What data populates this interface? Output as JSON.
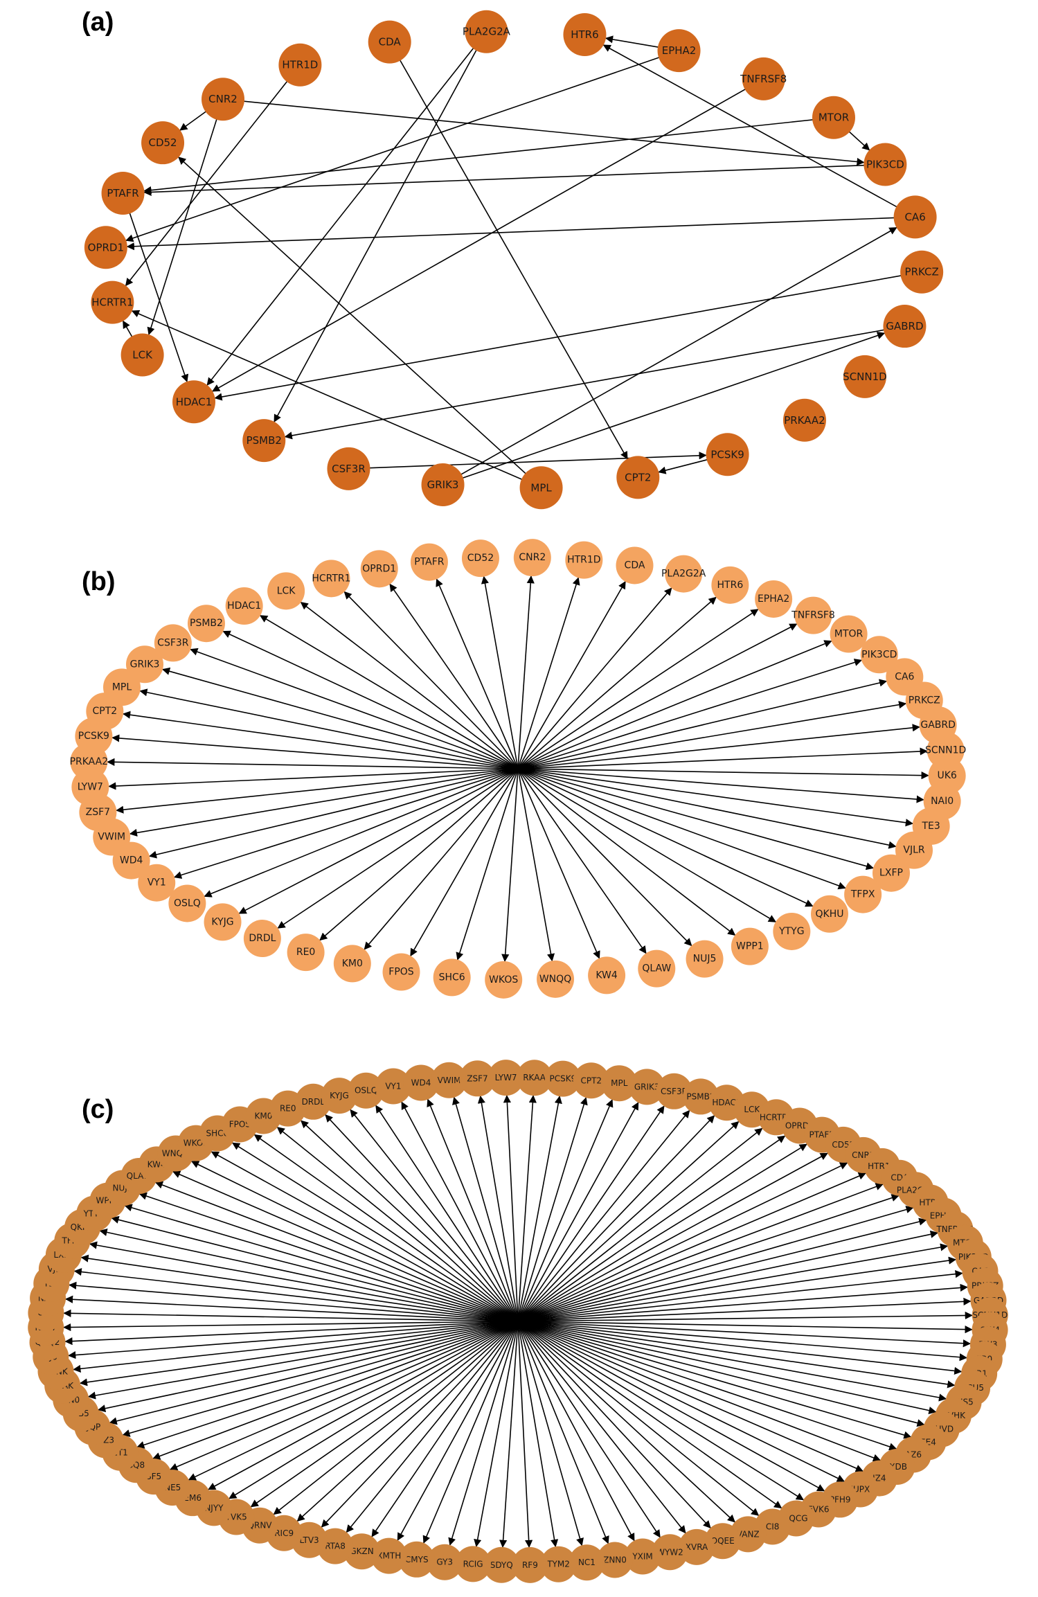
{
  "colors": {
    "panel_a_node": "#d2691e",
    "panel_b_node": "#f4a460",
    "panel_c_node": "#cd853f",
    "edge": "#000000"
  },
  "panels": [
    {
      "label": "(a)",
      "nodes": [
        "HTR6",
        "EPHA2",
        "TNFRSF8",
        "MTOR",
        "PIK3CD",
        "CA6",
        "PRKCZ",
        "GABRD",
        "SCNN1D",
        "PRKAA2",
        "PCSK9",
        "CPT2",
        "MPL",
        "GRIK3",
        "CSF3R",
        "PSMB2",
        "HDAC1",
        "LCK",
        "HCRTR1",
        "OPRD1",
        "PTAFR",
        "CD52",
        "CNR2",
        "HTR1D",
        "CDA",
        "PLA2G2A"
      ],
      "edges": [
        [
          "EPHA2",
          "HTR6"
        ],
        [
          "TNFRSF8",
          "HDAC1"
        ],
        [
          "MTOR",
          "PIK3CD"
        ],
        [
          "CA6",
          "HTR6"
        ],
        [
          "CDA",
          "CPT2"
        ],
        [
          "PLA2G2A",
          "HDAC1"
        ],
        [
          "PLA2G2A",
          "PSMB2"
        ],
        [
          "HTR1D",
          "HCRTR1"
        ],
        [
          "CNR2",
          "CD52"
        ],
        [
          "CNR2",
          "PIK3CD"
        ],
        [
          "CNR2",
          "LCK"
        ],
        [
          "EPHA2",
          "OPRD1"
        ],
        [
          "PIK3CD",
          "PTAFR"
        ],
        [
          "MTOR",
          "PTAFR"
        ],
        [
          "PTAFR",
          "HDAC1"
        ],
        [
          "CA6",
          "OPRD1"
        ],
        [
          "LCK",
          "HCRTR1"
        ],
        [
          "MPL",
          "HCRTR1"
        ],
        [
          "MPL",
          "CD52"
        ],
        [
          "PRKCZ",
          "HDAC1"
        ],
        [
          "GABRD",
          "PSMB2"
        ],
        [
          "GRIK3",
          "GABRD"
        ],
        [
          "GRIK3",
          "CA6"
        ],
        [
          "CSF3R",
          "PCSK9"
        ],
        [
          "PCSK9",
          "CPT2"
        ]
      ]
    },
    {
      "label": "(b)",
      "nodes": [
        "CD52",
        "CNR2",
        "HTR1D",
        "CDA",
        "PLA2G2A",
        "HTR6",
        "EPHA2",
        "TNFRSF8",
        "MTOR",
        "PIK3CD",
        "CA6",
        "PRKCZ",
        "GABRD",
        "SCNN1D",
        "UK6",
        "NAI0",
        "TE3",
        "VJLR",
        "LXFP",
        "TFPX",
        "QKHU",
        "YTYG",
        "WPP1",
        "NUJ5",
        "QLAW",
        "KW4",
        "WNQQ",
        "WKOS",
        "SHC6",
        "FPOS",
        "KM0",
        "RE0",
        "DRDL",
        "KYJG",
        "OSLQ",
        "VY1",
        "WD4",
        "VWIM",
        "ZSF7",
        "LYW7",
        "PRKAA2",
        "PCSK9",
        "CPT2",
        "MPL",
        "GRIK3",
        "CSF3R",
        "PSMB2",
        "HDAC1",
        "LCK",
        "HCRTR1",
        "OPRD1",
        "PTAFR"
      ]
    },
    {
      "label": "(c)",
      "nodes": [
        "PRKAA2",
        "PCSK9",
        "CPT2",
        "MPL",
        "GRIK3",
        "CSF3R",
        "PSMB2",
        "HDAC1",
        "LCK",
        "HCRTR1",
        "OPRD1",
        "PTAFR",
        "CD52",
        "CNR2",
        "HTR1D",
        "CDA",
        "PLA2G2A",
        "HTR6",
        "EPHA2",
        "TNFRSF8",
        "MTOR",
        "PIK3CD",
        "CA6",
        "PRKCZ",
        "GABRD",
        "SCNN1D",
        "QW4",
        "BW3",
        "FR0",
        "ER1",
        "NCU5",
        "OJS5",
        "OVHK",
        "BHVD",
        "EE4",
        "AZ6",
        "JXDB",
        "IZ4",
        "IUPX",
        "PFH9",
        "FVK6",
        "LQCG",
        "CI8",
        "VANZ",
        "OQEE",
        "XVRA",
        "WYW2",
        "YXIM",
        "ZNN0",
        "NC1",
        "TYM2",
        "RF9",
        "SDYQ",
        "RCIG",
        "GY3",
        "CMYS",
        "XMTH",
        "GKZN",
        "RTA8",
        "LTV3",
        "RIC9",
        "QRNV",
        "YVK5",
        "NJYY",
        "EM6",
        "NE5",
        "SF5",
        "SQ8",
        "ET1",
        "OZ3",
        "IJQP",
        "CB5",
        "DN0",
        "TBAK",
        "OBNK",
        "SJ6",
        "QDQ2",
        "KLG7",
        "UK6",
        "NAI0",
        "TE3",
        "VJLR",
        "LXFP",
        "TFPX",
        "QKHU",
        "YTYG",
        "WPP1",
        "NUJ5",
        "QLAW",
        "KW4",
        "WNQQ",
        "WKOS",
        "SHC6",
        "FPOS",
        "KM0",
        "RE0",
        "DRDL",
        "KYJG",
        "OSLQ",
        "VY1",
        "WD4",
        "VWIM",
        "ZSF7",
        "LYW7"
      ]
    }
  ]
}
